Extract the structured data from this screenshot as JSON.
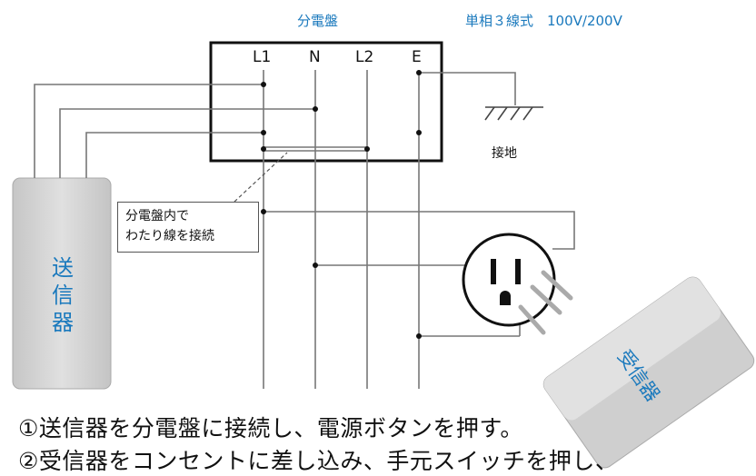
{
  "panel": {
    "title": "分電盤",
    "system": "単相３線式　100V/200V"
  },
  "terminals": [
    "L1",
    "N",
    "L2",
    "E"
  ],
  "ground_label": "接地",
  "note": {
    "line1": "分電盤内で",
    "line2": "わたり線を接続"
  },
  "transmitter_label": "送信器",
  "receiver_label": "受信器",
  "steps": [
    "①送信器を分電盤に接続し、電源ボタンを押す。",
    "②受信器をコンセントに差し込み、手元スイッチを押し、"
  ],
  "colors": {
    "label_blue": "#1a79bd",
    "device_gray": "#d2d2d2",
    "wire": "#777777"
  }
}
